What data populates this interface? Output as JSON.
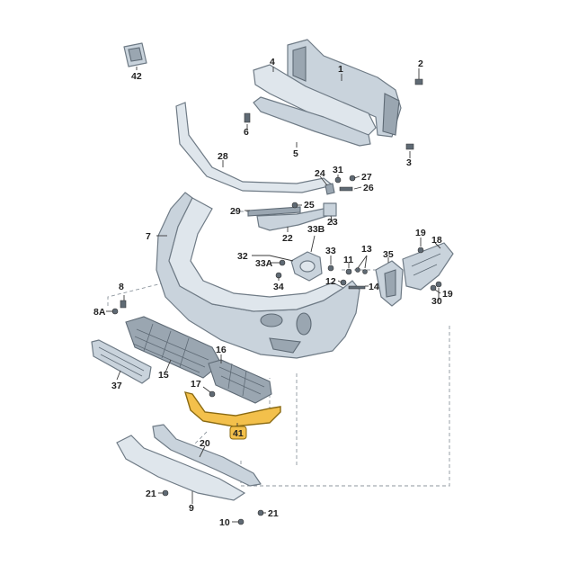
{
  "accent_color": "#f3c04b",
  "part_color": "#c9d3dc",
  "highlighted_part": "41",
  "callouts": {
    "p1": "1",
    "p2": "2",
    "p3": "3",
    "p4": "4",
    "p5": "5",
    "p6": "6",
    "p7": "7",
    "p8": "8",
    "p8a": "8A",
    "p9": "9",
    "p10": "10",
    "p11": "11",
    "p12": "12",
    "p13": "13",
    "p14": "14",
    "p15": "15",
    "p16": "16",
    "p17": "17",
    "p18": "18",
    "p19a": "19",
    "p19b": "19",
    "p20": "20",
    "p21a": "21",
    "p21b": "21",
    "p22": "22",
    "p23": "23",
    "p24": "24",
    "p25": "25",
    "p26": "26",
    "p27": "27",
    "p28": "28",
    "p29": "29",
    "p30": "30",
    "p31": "31",
    "p32": "32",
    "p33": "33",
    "p33a": "33A",
    "p33b": "33B",
    "p34": "34",
    "p35": "35",
    "p37": "37",
    "p41": "41",
    "p42": "42"
  }
}
